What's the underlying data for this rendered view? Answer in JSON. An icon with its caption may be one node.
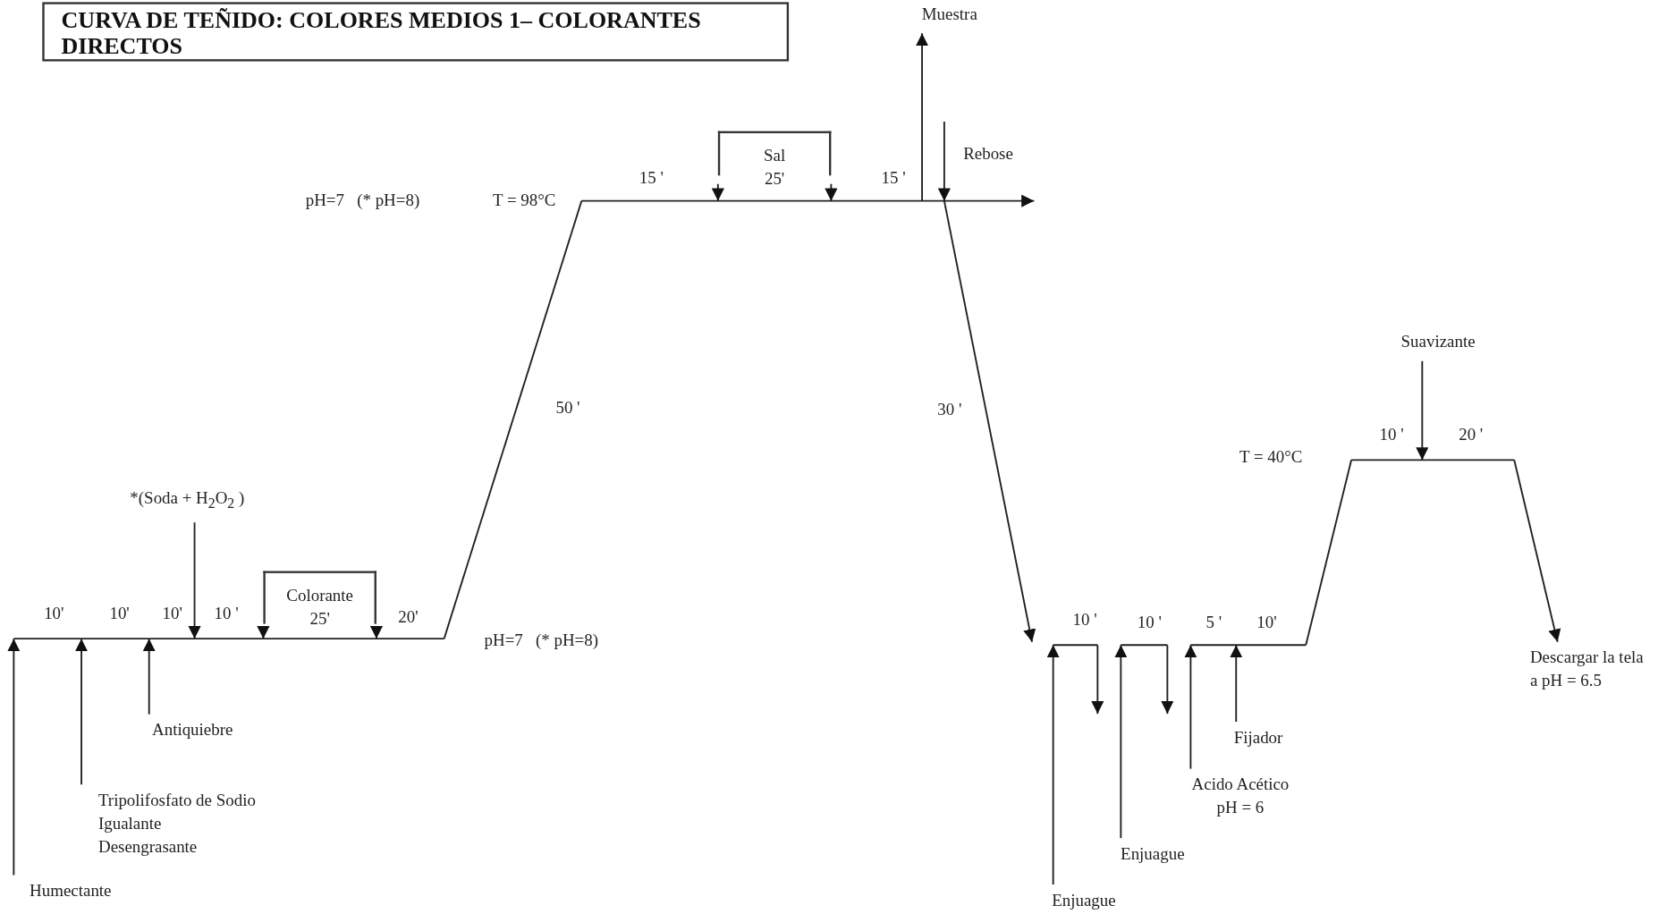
{
  "diagram": {
    "title": "CURVA DE TEÑIDO: COLORES MEDIOS 1– COLORANTES DIRECTOS",
    "nodes": [
      {
        "text": [
          "Muestra"
        ]
      },
      {
        "text": [
          "Sal",
          "25'"
        ]
      },
      {
        "text": [
          "Rebose"
        ]
      },
      {
        "text": [
          "Suavizante"
        ]
      },
      {
        "text": [
          "*(Soda + H$_{2}$O$_{2}$ )"
        ]
      },
      {
        "text": [
          "Colorante",
          "25'"
        ]
      },
      {
        "text": [
          "Antiquiebre"
        ]
      },
      {
        "text": [
          "Tripolifosfato de Sodio",
          "Igualante",
          "Desengrasante"
        ]
      },
      {
        "text": [
          "Humectante"
        ]
      },
      {
        "text": [
          "Fijador"
        ]
      },
      {
        "text": [
          "Acido Acético",
          "pH = 6"
        ]
      },
      {
        "text": [
          "Enjuague"
        ]
      },
      {
        "text": [
          "Enjuague"
        ]
      },
      {
        "text": [
          "Descargar la tela a pH = 6.5"
        ]
      },
      {
        "text": [],
        "shape": "line"
      },
      {
        "text": [],
        "shape": "line"
      },
      {
        "text": [],
        "shape": "line"
      },
      {
        "text": [],
        "shape": "line"
      },
      {
        "text": [],
        "shape": "line"
      },
      {
        "text": [],
        "shape": "line"
      }
    ],
    "edges": [
      {
        "from": 15,
        "to": 0,
        "arrow": "to"
      },
      {
        "from": 1,
        "to": 15,
        "arrow": "to"
      },
      {
        "from": 1,
        "to": 15,
        "arrow": "to"
      },
      {
        "from": 2,
        "to": 15,
        "arrow": "to"
      },
      {
        "from": 3,
        "to": 19,
        "arrow": "to"
      },
      {
        "from": 4,
        "to": 14,
        "arrow": "to"
      },
      {
        "from": 5,
        "to": 14,
        "arrow": "to"
      },
      {
        "from": 5,
        "to": 14,
        "arrow": "to"
      },
      {
        "from": 6,
        "to": 14,
        "arrow": "to"
      },
      {
        "from": 7,
        "to": 14,
        "arrow": "to"
      },
      {
        "from": 8,
        "to": 14,
        "arrow": "to"
      },
      {
        "from": 9,
        "to": 18,
        "arrow": "to"
      },
      {
        "from": 10,
        "to": 18,
        "arrow": "to"
      },
      {
        "from": 11,
        "to": 17,
        "arrow": "to"
      },
      {
        "from": 12,
        "to": 16,
        "arrow": "to"
      },
      {
        "from": 14,
        "to": 15,
        "arrow": "none"
      },
      {
        "from": 15,
        "to": 16,
        "arrow": "to"
      },
      {
        "from": 16,
        "to": null,
        "arrow": "to"
      },
      {
        "from": 17,
        "to": null,
        "arrow": "to"
      },
      {
        "from": 18,
        "to": 19,
        "arrow": "none"
      },
      {
        "from": 19,
        "to": 13,
        "arrow": "to"
      }
    ],
    "labels": [
      "15 '",
      "15 '",
      "pH=7   (* pH=8)",
      "T = 98°C",
      "50 '",
      "30 '",
      "10 '",
      "20 '",
      "T = 40°C",
      "10'",
      "10'",
      "10'",
      "10 '",
      "20'",
      "10 '",
      "10 '",
      "5 '",
      "10'",
      "pH=7   (* pH=8)"
    ]
  }
}
